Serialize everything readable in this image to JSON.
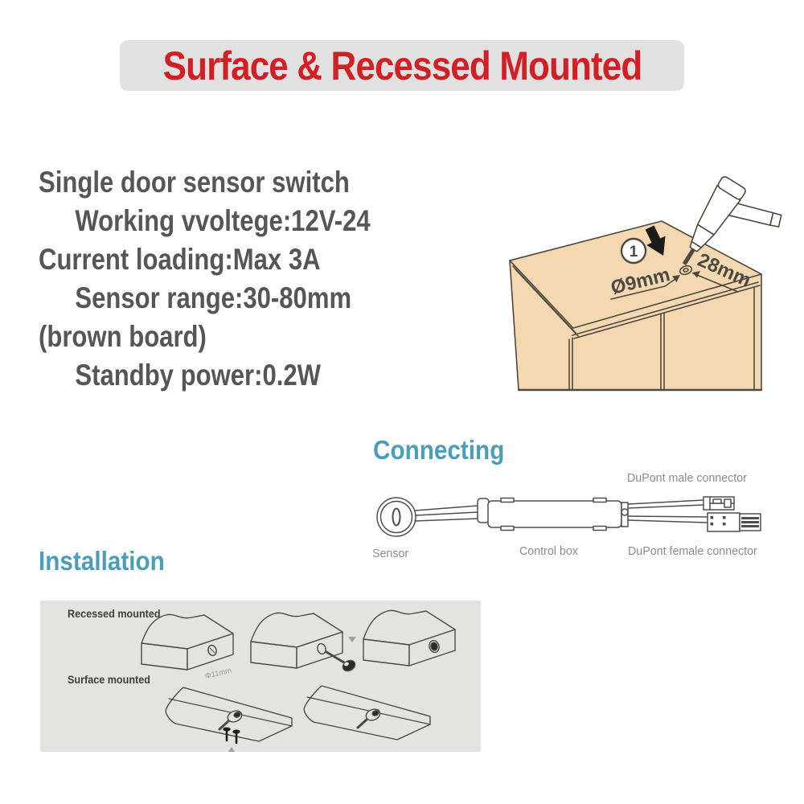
{
  "banner": {
    "title": "Surface & Recessed Mounted",
    "bg_color": "#e1e1e1",
    "text_color": "#d21f26"
  },
  "specs": {
    "lines": [
      {
        "text": "Single door sensor switch"
      },
      {
        "text": "Working vvoltege:12V-24"
      },
      {
        "text": "Current loading:Max 3A"
      },
      {
        "text": "Sensor range:30-80mm"
      },
      {
        "text": "(brown board)"
      },
      {
        "text": "Standby power:0.2W"
      }
    ]
  },
  "drilling_step": {
    "step_number": "1",
    "hole_diameter_label": "Ø9mm",
    "edge_distance_label": "28mm"
  },
  "connecting": {
    "heading": "Connecting",
    "male_connector_label": "DuPont male connector",
    "sensor_label": "Sensor",
    "control_box_label": "Control box",
    "female_connector_label": "DuPont female connector"
  },
  "installation": {
    "heading": "Installation",
    "recessed_label": "Recessed mounted",
    "surface_label": "Surface mounted",
    "hole_diameter_label": "Φ11mm"
  },
  "colors": {
    "heading_teal": "#4a9eba",
    "spec_text": "#565656",
    "label_gray": "#8c8c8c",
    "panel_bg": "#e3e3e1",
    "cabinet_fill": "#f3d8b0",
    "outline": "#4d4941"
  }
}
